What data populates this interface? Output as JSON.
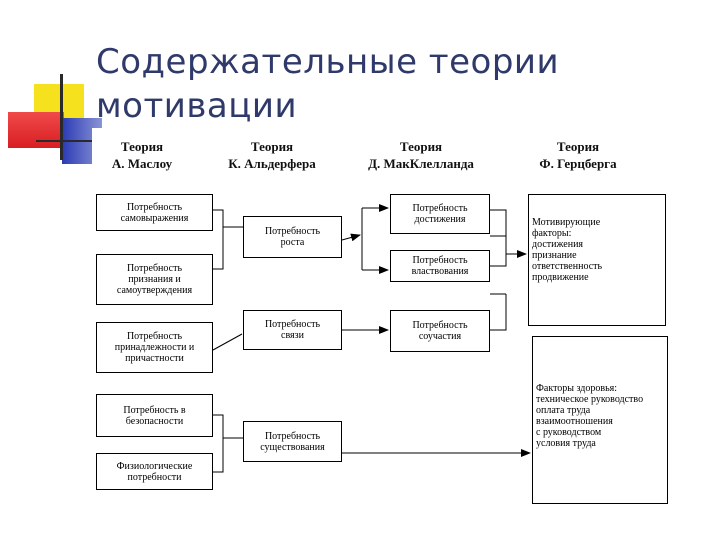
{
  "title": "Содержательные теории\nмотивации",
  "theories": [
    {
      "label": "Теория",
      "author": "А. Маслоу"
    },
    {
      "label": "Теория",
      "author": "К. Альдерфера"
    },
    {
      "label": "Теория",
      "author": "Д. МакКлелланда"
    },
    {
      "label": "Теория",
      "author": "Ф. Герцберга"
    }
  ],
  "maslow": [
    "Потребность\nсамовыражения",
    "Потребность\nпризнания и\nсамоутверждения",
    "Потребность\nпринадлежности и\nпричастности",
    "Потребность в\nбезопасности",
    "Физиологические\nпотребности"
  ],
  "alderfer": [
    "Потребность\nроста",
    "Потребность\nсвязи",
    "Потребность\nсуществования"
  ],
  "mcclelland": [
    "Потребность\nдостижения",
    "Потребность\nвластвования",
    "Потребность\nсоучастия"
  ],
  "herzberg": {
    "motivating": "Мотивирующие\nфакторы:\nдостижения\nпризнание\nответственность\nпродвижение",
    "hygiene": "Факторы здоровья:\nтехническое руководство\nоплата труда\nвзаимоотношения\nс руководством\nусловия труда"
  },
  "colors": {
    "title": "#2f3a6b",
    "deco_yellow": "#f5e11e",
    "deco_red": "#e8222a",
    "deco_blue": "#2b3bb4"
  }
}
